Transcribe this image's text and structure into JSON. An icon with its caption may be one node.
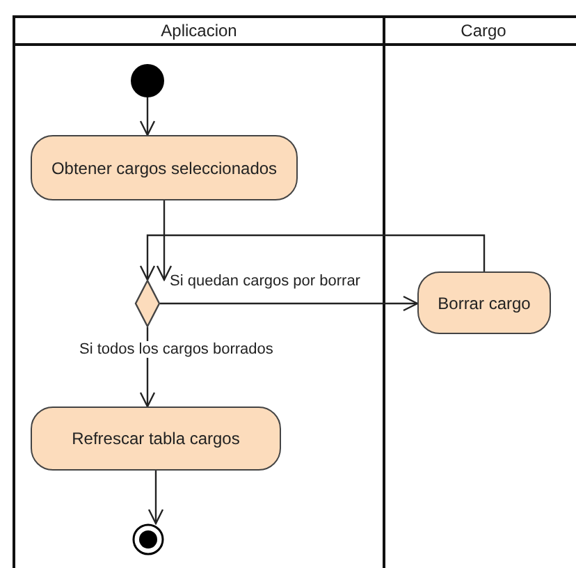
{
  "diagram": {
    "nodes": [
      {
        "text": [
          "Aplicacion"
        ]
      },
      {
        "text": [
          "Cargo"
        ]
      },
      {
        "text": [],
        "shape": "circle",
        "in": 0
      },
      {
        "text": [
          "Obtener cargos seleccionados"
        ],
        "in": 0
      },
      {
        "text": [],
        "shape": "diamond",
        "in": 0
      },
      {
        "text": [
          "Borrar cargo"
        ],
        "in": 1
      },
      {
        "text": [
          "Refrescar tabla cargos"
        ],
        "in": 0
      },
      {
        "text": [],
        "shape": "circle",
        "in": 0
      }
    ],
    "edges": [
      {
        "from": 2,
        "to": 3,
        "arrow": "to"
      },
      {
        "from": 3,
        "to": 4,
        "arrow": "to"
      },
      {
        "from": 4,
        "to": 5,
        "arrow": "to",
        "label": "Si quedan cargos por borrar"
      },
      {
        "from": 5,
        "to": 4,
        "arrow": "to"
      },
      {
        "from": 4,
        "to": 6,
        "arrow": "to",
        "label": "Si todos los cargos borrados"
      },
      {
        "from": 6,
        "to": 7,
        "arrow": "to"
      }
    ]
  }
}
